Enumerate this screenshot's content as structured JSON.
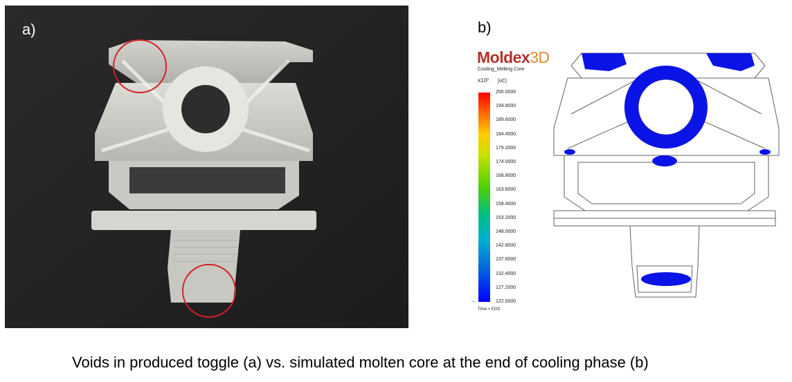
{
  "panel_a": {
    "label": "a)"
  },
  "panel_b": {
    "label": "b)",
    "brand": "Moldex",
    "brand_suffix": "3D",
    "result_name": "Cooling_Melting Core",
    "scale_multiplier": "x10⁰",
    "unit": "[oC]",
    "ticks": [
      "200.0000",
      "194.8000",
      "189.6000",
      "184.4000",
      "179.2000",
      "174.0000",
      "168.8000",
      "163.6000",
      "158.4000",
      "153.2000",
      "148.0000",
      "142.8000",
      "137.6000",
      "132.4000",
      "127.2000",
      "122.0000"
    ],
    "time_label": "Time = EOC",
    "arrow": "→",
    "colors": {
      "core": "#0a14e6",
      "outline": "#606060",
      "max": "#ff0000",
      "min": "#0000ff"
    }
  },
  "caption": "Voids in produced toggle (a) vs. simulated molten core at the end of cooling phase (b)"
}
